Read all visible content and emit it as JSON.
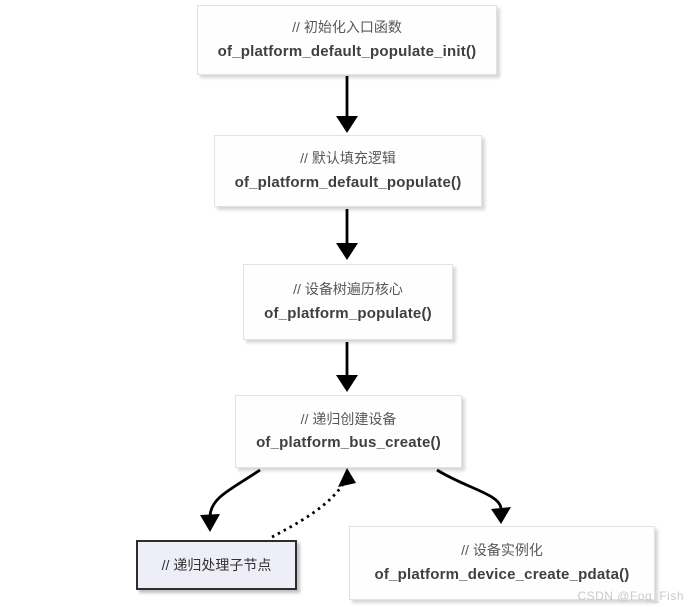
{
  "page": {
    "background": "#ffffff",
    "watermark": "CSDN @Fog_Fish"
  },
  "colors": {
    "box_fill": "#fefefe",
    "box_border": "#e2e2e2",
    "highlight_fill": "#eeeef8",
    "highlight_border": "#2d2d2d",
    "comment_text": "#585858",
    "function_text": "#3f3f3f",
    "arrow": "#000000",
    "watermark_text": "#c9c9c9"
  },
  "nodes": [
    {
      "id": "init",
      "comment": "// 初始化入口函数",
      "func": "of_platform_default_populate_init()"
    },
    {
      "id": "default-populate",
      "comment": "// 默认填充逻辑",
      "func": "of_platform_default_populate()"
    },
    {
      "id": "populate",
      "comment": "// 设备树遍历核心",
      "func": "of_platform_populate()"
    },
    {
      "id": "bus-create",
      "comment": "// 递归创建设备",
      "func": "of_platform_bus_create()"
    },
    {
      "id": "recurse-children",
      "comment": "// 递归处理子节点",
      "func": ""
    },
    {
      "id": "device-create",
      "comment": "// 设备实例化",
      "func": "of_platform_device_create_pdata()"
    }
  ],
  "edges": [
    {
      "from": "init",
      "to": "default-populate",
      "style": "solid"
    },
    {
      "from": "default-populate",
      "to": "populate",
      "style": "solid"
    },
    {
      "from": "populate",
      "to": "bus-create",
      "style": "solid"
    },
    {
      "from": "bus-create",
      "to": "recurse-children",
      "style": "solid"
    },
    {
      "from": "recurse-children",
      "to": "bus-create",
      "style": "dotted"
    },
    {
      "from": "bus-create",
      "to": "device-create",
      "style": "solid"
    }
  ]
}
